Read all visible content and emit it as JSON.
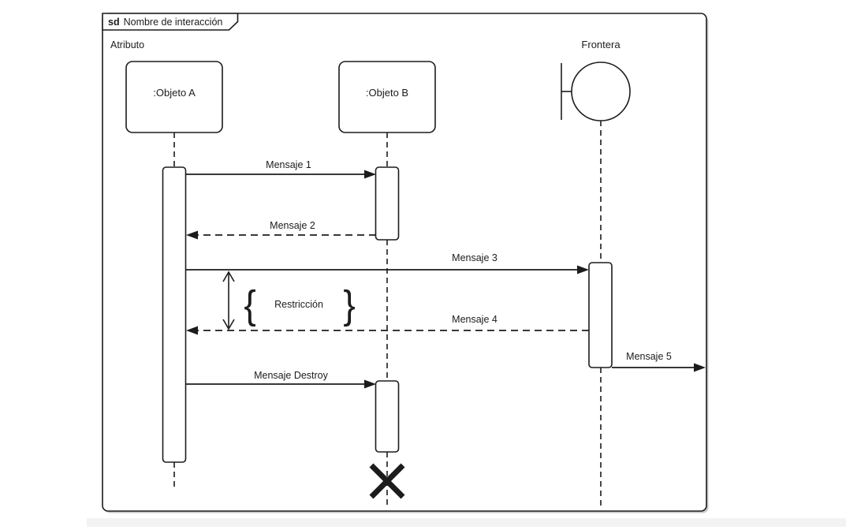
{
  "frame": {
    "operator": "sd",
    "title": "Nombre de interacción",
    "attribute_label": "Atributo"
  },
  "lifelines": [
    {
      "name": ":Objeto A",
      "kind": "object"
    },
    {
      "name": ":Objeto B",
      "kind": "object"
    },
    {
      "name": "Frontera",
      "kind": "boundary"
    }
  ],
  "messages": [
    {
      "label": "Mensaje 1",
      "from": ":Objeto A",
      "to": ":Objeto B",
      "line": "solid"
    },
    {
      "label": "Mensaje 2",
      "from": ":Objeto B",
      "to": ":Objeto A",
      "line": "dashed"
    },
    {
      "label": "Mensaje 3",
      "from": ":Objeto A",
      "to": "Frontera",
      "line": "solid"
    },
    {
      "label": "Mensaje 4",
      "from": "Frontera",
      "to": ":Objeto A",
      "line": "dashed"
    },
    {
      "label": "Mensaje 5",
      "from": "Frontera",
      "to": "frame-edge",
      "line": "solid"
    },
    {
      "label": "Mensaje Destroy",
      "from": ":Objeto A",
      "to": ":Objeto B",
      "line": "solid"
    }
  ],
  "constraint": {
    "open_brace": "{",
    "label": "Restricción",
    "close_brace": "}"
  },
  "colors": {
    "line": "#1c1c1c",
    "background": "#ffffff",
    "shadow": "#c9c9c9"
  }
}
